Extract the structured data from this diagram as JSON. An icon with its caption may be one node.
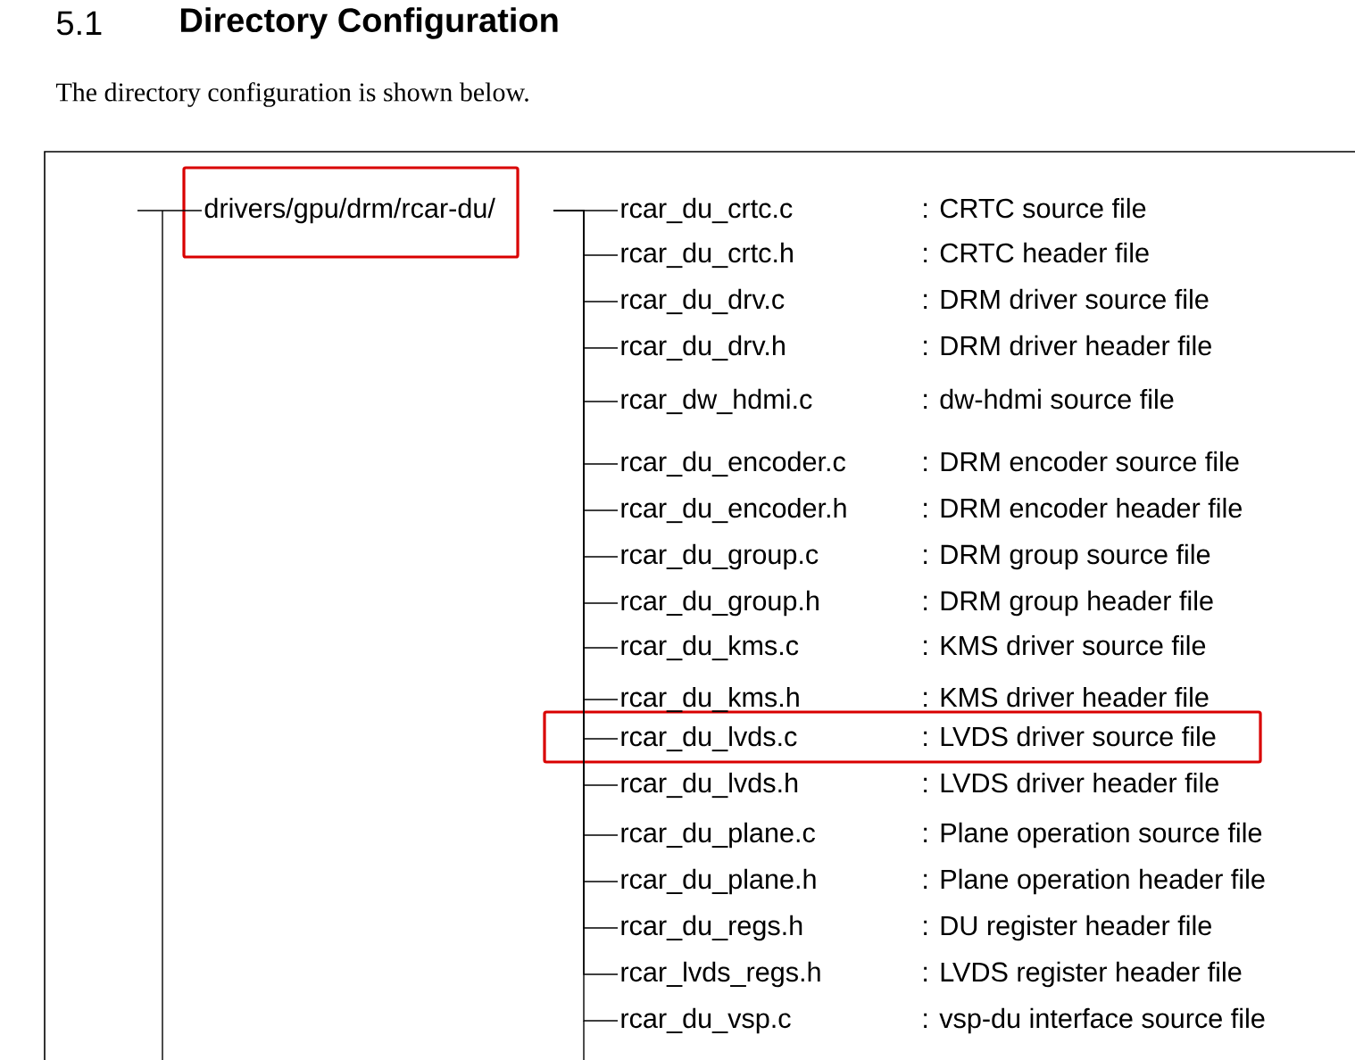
{
  "diagram": {
    "title": "Directory Configuration",
    "nodes": [
      {
        "text": [
          "drivers/gpu/drm/rcar-du/"
        ]
      },
      {
        "text": [
          "rcar_du_crtc.c",
          ": CRTC source file"
        ]
      },
      {
        "text": [
          "rcar_du_crtc.h",
          ": CRTC header file"
        ]
      },
      {
        "text": [
          "rcar_du_drv.c",
          ": DRM driver source file"
        ]
      },
      {
        "text": [
          "rcar_du_drv.h",
          ": DRM driver header file"
        ]
      },
      {
        "text": [
          "rcar_dw_hdmi.c",
          ": dw-hdmi source file"
        ]
      },
      {
        "text": [
          "rcar_du_encoder.c",
          ": DRM encoder source file"
        ]
      },
      {
        "text": [
          "rcar_du_encoder.h",
          ": DRM encoder header file"
        ]
      },
      {
        "text": [
          "rcar_du_group.c",
          ": DRM group source file"
        ]
      },
      {
        "text": [
          "rcar_du_group.h",
          ": DRM group header file"
        ]
      },
      {
        "text": [
          "rcar_du_kms.c",
          ": KMS driver source file"
        ]
      },
      {
        "text": [
          "rcar_du_kms.h",
          ": KMS driver header file"
        ]
      },
      {
        "text": [
          "rcar_du_lvds.c",
          ": LVDS driver source file"
        ]
      },
      {
        "text": [
          "rcar_du_lvds.h",
          ": LVDS driver header file"
        ]
      },
      {
        "text": [
          "rcar_du_plane.c",
          ": Plane operation source file"
        ]
      },
      {
        "text": [
          "rcar_du_plane.h",
          ": Plane operation header file"
        ]
      },
      {
        "text": [
          "rcar_du_regs.h",
          ": DU register header file"
        ]
      },
      {
        "text": [
          "rcar_lvds_regs.h",
          ": LVDS register header file"
        ]
      },
      {
        "text": [
          "rcar_du_vsp.c",
          ": vsp-du interface source file"
        ]
      }
    ],
    "edges": [
      {
        "from": null,
        "to": 0,
        "arrow": "none"
      },
      {
        "from": 0,
        "to": 1,
        "arrow": "none"
      },
      {
        "from": 0,
        "to": 2,
        "arrow": "none"
      },
      {
        "from": 0,
        "to": 3,
        "arrow": "none"
      },
      {
        "from": 0,
        "to": 4,
        "arrow": "none"
      },
      {
        "from": 0,
        "to": 5,
        "arrow": "none"
      },
      {
        "from": 0,
        "to": 6,
        "arrow": "none"
      },
      {
        "from": 0,
        "to": 7,
        "arrow": "none"
      },
      {
        "from": 0,
        "to": 8,
        "arrow": "none"
      },
      {
        "from": 0,
        "to": 9,
        "arrow": "none"
      },
      {
        "from": 0,
        "to": 10,
        "arrow": "none"
      },
      {
        "from": 0,
        "to": 11,
        "arrow": "none"
      },
      {
        "from": 0,
        "to": 12,
        "arrow": "none"
      },
      {
        "from": 0,
        "to": 13,
        "arrow": "none"
      },
      {
        "from": 0,
        "to": 14,
        "arrow": "none"
      },
      {
        "from": 0,
        "to": 15,
        "arrow": "none"
      },
      {
        "from": 0,
        "to": 16,
        "arrow": "none"
      },
      {
        "from": 0,
        "to": 17,
        "arrow": "none"
      },
      {
        "from": 0,
        "to": 18,
        "arrow": "none"
      }
    ],
    "labels": [
      "5.1",
      "The directory configuration is shown below."
    ]
  }
}
